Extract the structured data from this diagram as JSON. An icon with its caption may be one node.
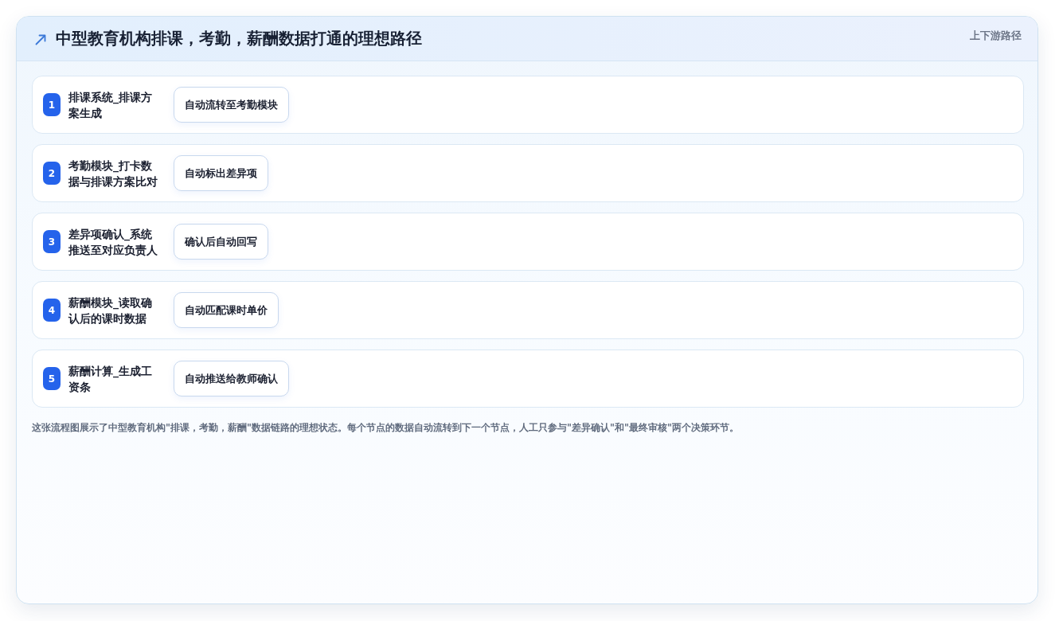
{
  "diagram": {
    "title": "中型教育机构排课，考勤，薪酬数据打通的理想路径",
    "nodes": [
      {
        "text": [
          "排课系统_排课方案生成"
        ]
      },
      {
        "text": [
          "1"
        ],
        "in": 0
      },
      {
        "text": [
          "自动流转至考勤模块"
        ],
        "in": 0
      },
      {
        "text": [
          "考勤模块_打卡数据与排课方案比对"
        ]
      },
      {
        "text": [
          "2"
        ],
        "in": 3
      },
      {
        "text": [
          "自动标出差异项"
        ],
        "in": 3
      },
      {
        "text": [
          "差异项确认_系统推送至对应负责人"
        ]
      },
      {
        "text": [
          "3"
        ],
        "in": 6
      },
      {
        "text": [
          "确认后自动回写"
        ],
        "in": 6
      },
      {
        "text": [
          "薪酬模块_读取确认后的课时数据"
        ]
      },
      {
        "text": [
          "4"
        ],
        "in": 9
      },
      {
        "text": [
          "自动匹配课时单价"
        ],
        "in": 9
      },
      {
        "text": [
          "薪酬计算_生成工资条"
        ]
      },
      {
        "text": [
          "5"
        ],
        "in": 12
      },
      {
        "text": [
          "自动推送给教师确认"
        ],
        "in": 12
      }
    ],
    "labels": [
      "上下游路径"
    ],
    "caption": "这张流程图展示了中型教育机构\"排课，考勤，薪酬\"数据链路的理想状态。每个节点的数据自动流转到下一个节点，人工只参与\"差异确认\"和\"最终审核\"两个决策环节。"
  }
}
